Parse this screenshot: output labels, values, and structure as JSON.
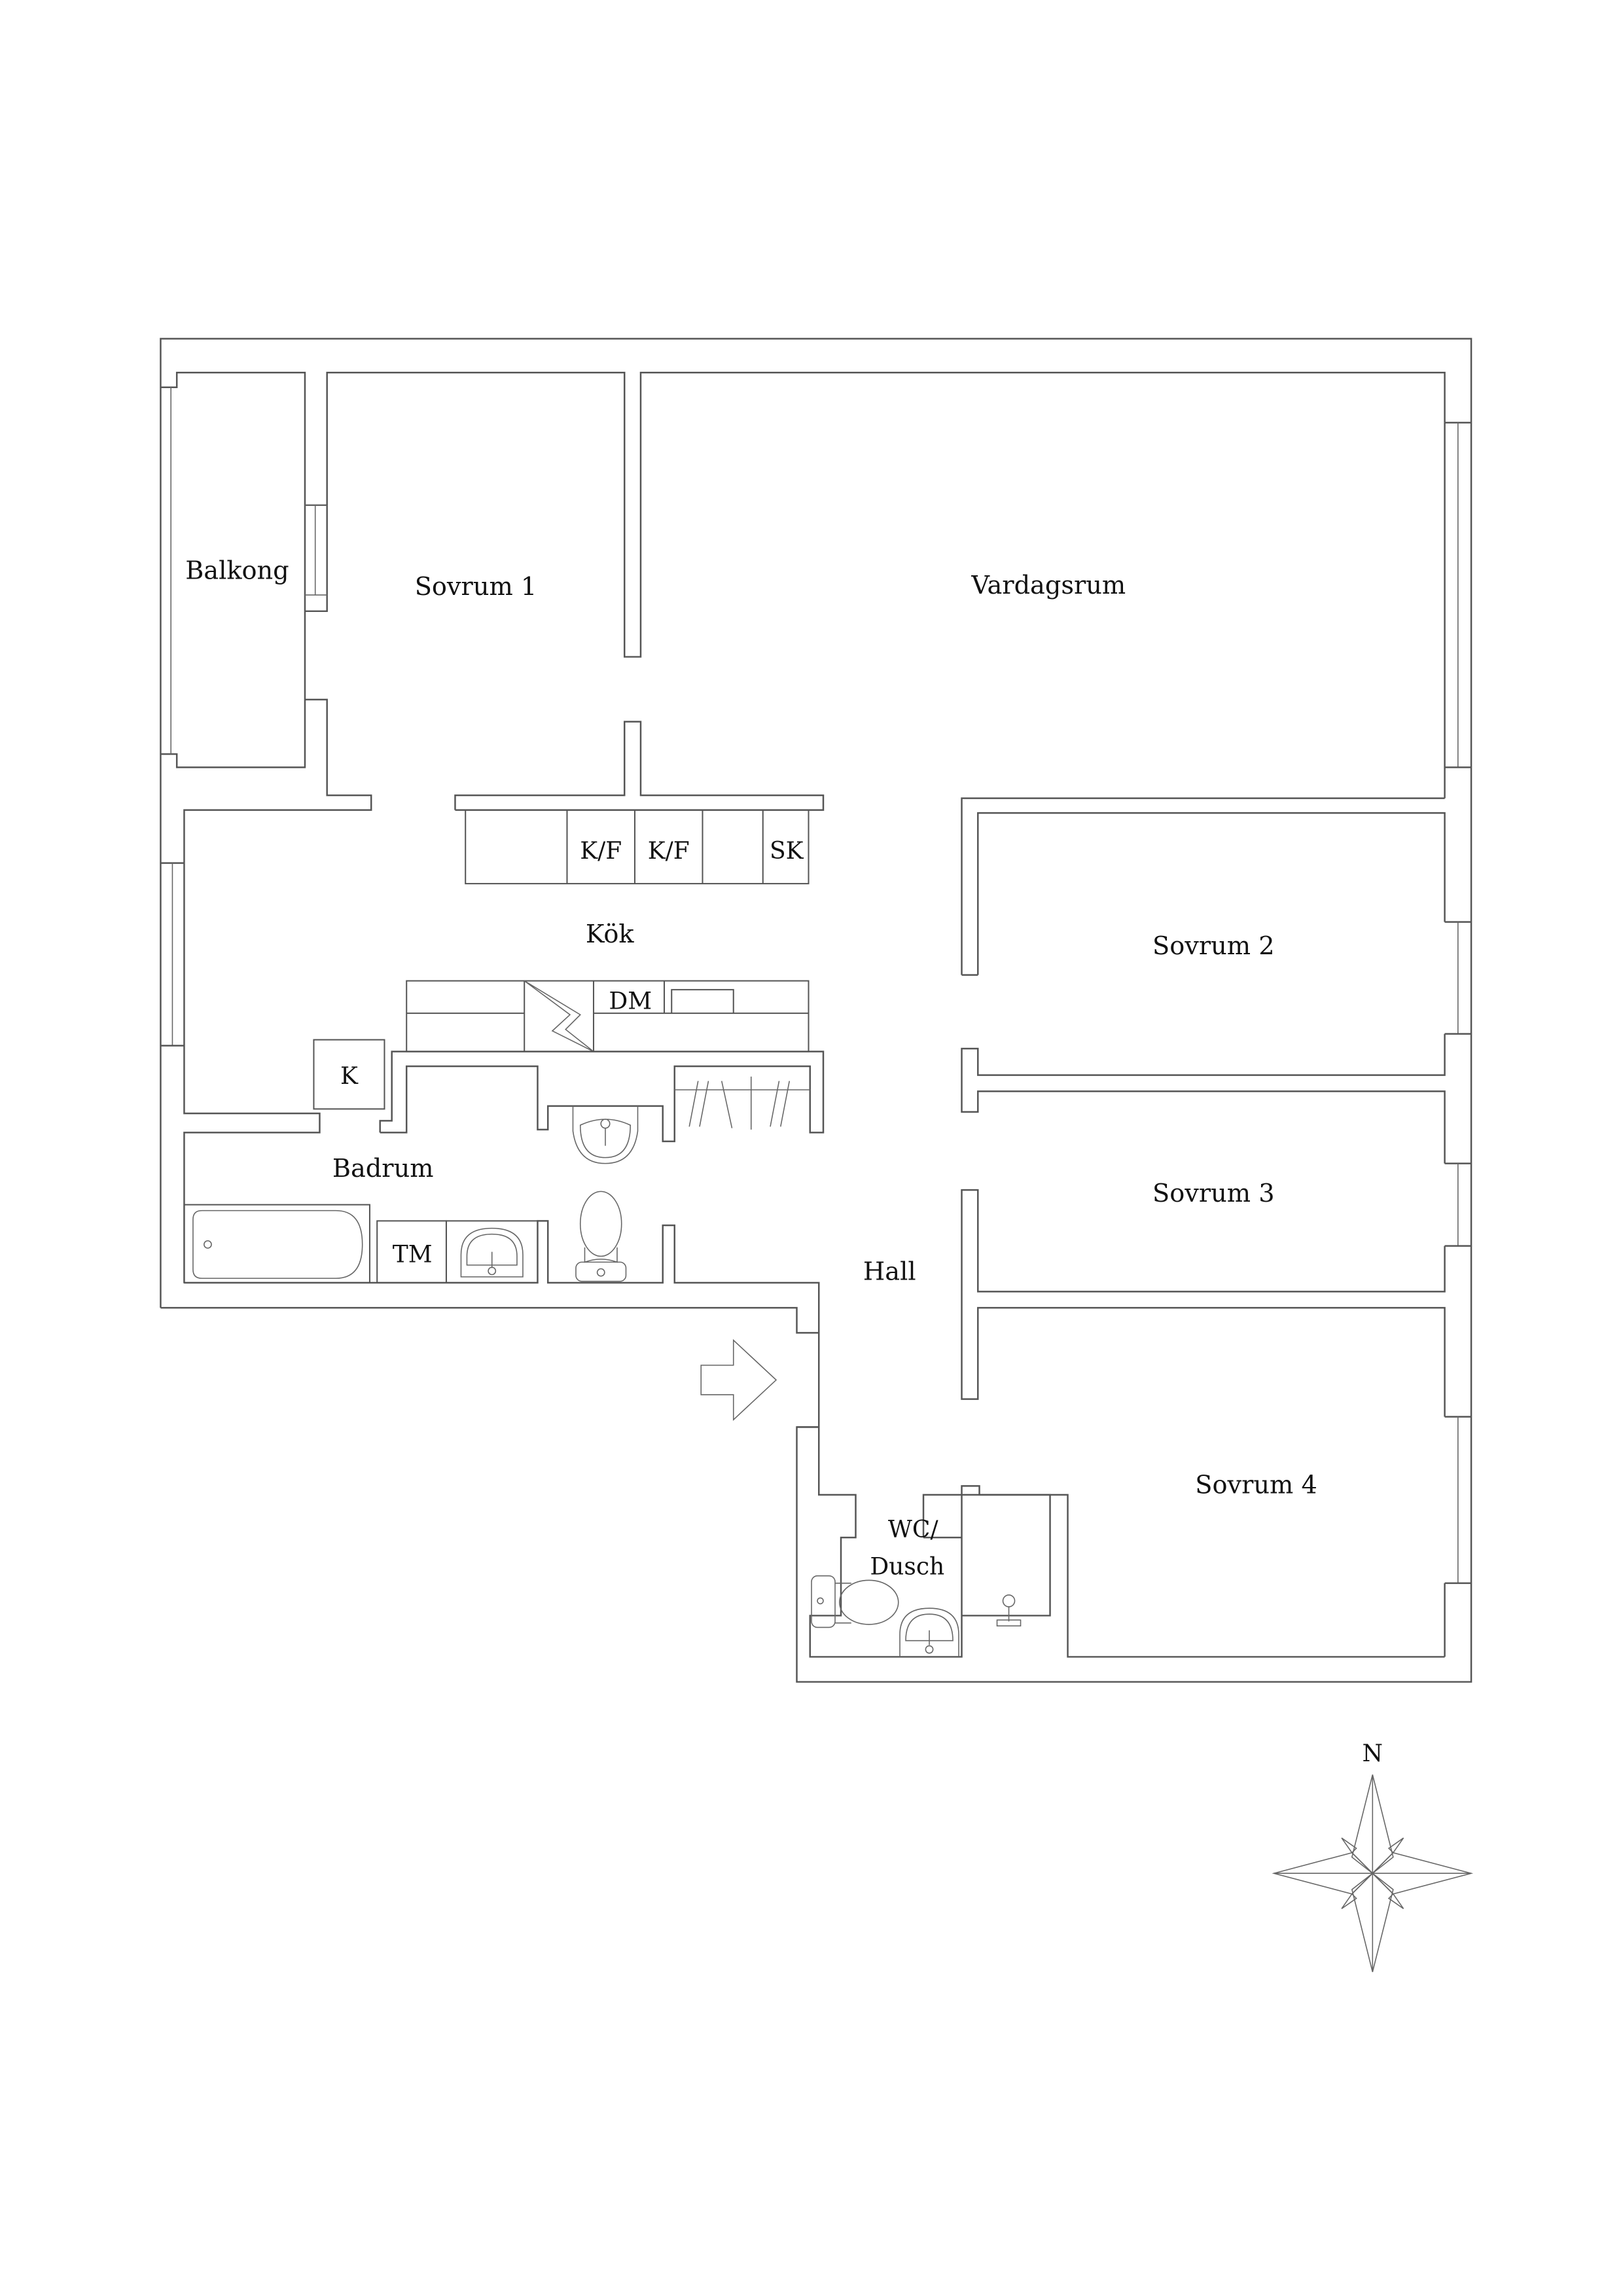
{
  "plan": {
    "rooms": {
      "balcony": "Balkong",
      "bedroom1": "Sovrum 1",
      "living_room": "Vardagsrum",
      "kitchen": "Kök",
      "bedroom2": "Sovrum 2",
      "bedroom3": "Sovrum 3",
      "bathroom": "Badrum",
      "hall": "Hall",
      "bedroom4": "Sovrum 4",
      "wc_shower_line1": "WC/",
      "wc_shower_line2": "Dusch"
    },
    "fixtures": {
      "fridge_freezer_1": "K/F",
      "fridge_freezer_2": "K/F",
      "cabinet": "SK",
      "dishwasher": "DM",
      "closet": "K",
      "washing_machine": "TM"
    },
    "icons": [
      "entrance-arrow-icon",
      "compass-rose-icon",
      "stove-icon",
      "bathtub-icon",
      "sink-icon",
      "toilet-icon",
      "shower-icon",
      "wardrobe-icon"
    ],
    "compass": {
      "north_label": "N"
    },
    "colors": {
      "line": "#555555",
      "text": "#111111",
      "background": "#ffffff"
    }
  }
}
